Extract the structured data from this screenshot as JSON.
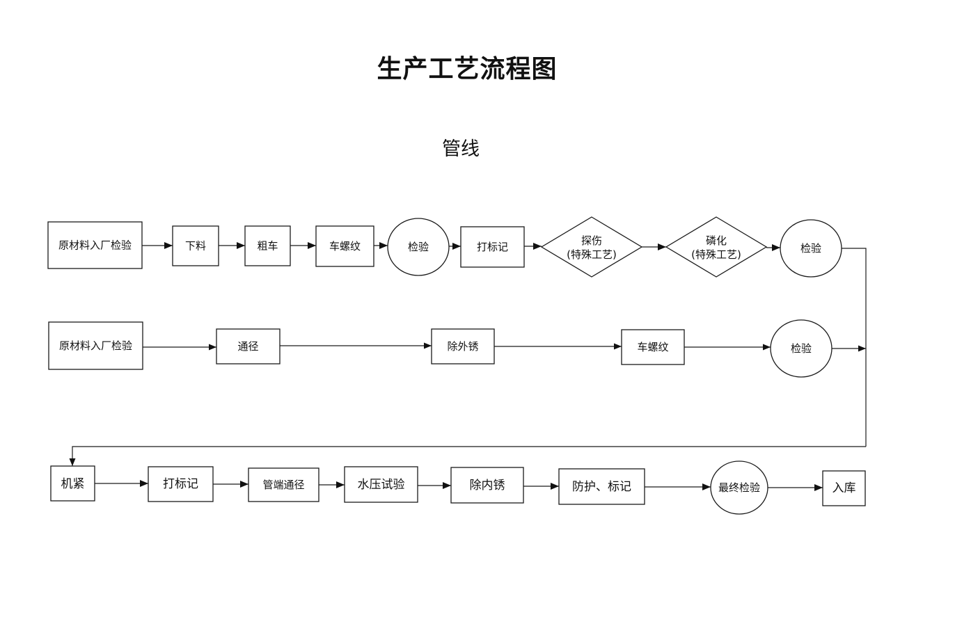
{
  "title": "生产工艺流程图",
  "subtitle": "管线",
  "steps": {
    "r1_raw_inspect": "原材料入厂检验",
    "r1_cut": "下料",
    "r1_rough_turn": "粗车",
    "r1_thread": "车螺纹",
    "r1_inspect": "检验",
    "r1_marking": "打标记",
    "r1_flaw_line1": "探伤",
    "r1_flaw_line2": "(特殊工艺)",
    "r1_phosph_line1": "磷化",
    "r1_phosph_line2": "(特殊工艺)",
    "r1_inspect2": "检验",
    "r2_raw_inspect": "原材料入厂检验",
    "r2_gauge": "通径",
    "r2_derust_outer": "除外锈",
    "r2_thread": "车螺纹",
    "r2_inspect": "检验",
    "r3_tighten": "机紧",
    "r3_marking": "打标记",
    "r3_end_gauge": "管端通径",
    "r3_hydro_test": "水压试验",
    "r3_derust_inner": "除内锈",
    "r3_protect_mark": "防护、标记",
    "r3_final_inspect": "最终检验",
    "r3_storage": "入库"
  }
}
